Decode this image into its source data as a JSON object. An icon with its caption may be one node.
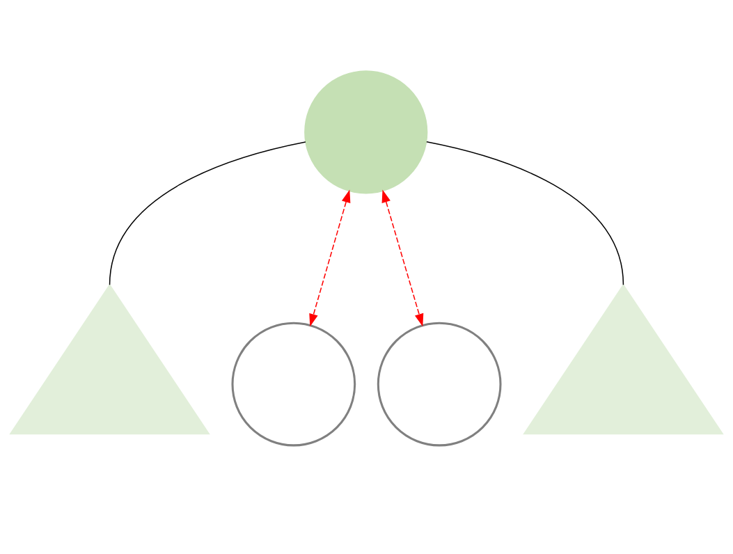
{
  "diagram": {
    "nodes": [
      {
        "text": [],
        "shape": "circle"
      },
      {
        "text": [],
        "shape": "triangle"
      },
      {
        "text": [],
        "shape": "circle"
      },
      {
        "text": [],
        "shape": "circle"
      },
      {
        "text": [],
        "shape": "triangle"
      }
    ],
    "edges": [
      {
        "from": 0,
        "to": 1,
        "arrow": "none"
      },
      {
        "from": 0,
        "to": 4,
        "arrow": "none"
      },
      {
        "from": 0,
        "to": 2,
        "arrow": "both",
        "style": "dashed",
        "color": "#ff0000"
      },
      {
        "from": 0,
        "to": 3,
        "arrow": "both",
        "style": "dashed",
        "color": "#ff0000"
      }
    ]
  }
}
